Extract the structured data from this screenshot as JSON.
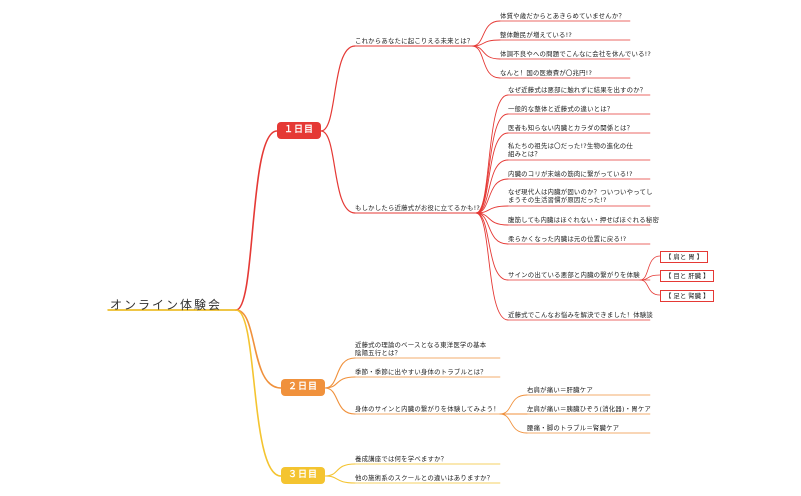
{
  "root": {
    "label": "オンライン体験会"
  },
  "colors": {
    "day1": "#e53935",
    "day2": "#f0913c",
    "day3": "#f4c430",
    "root_stroke": "#eab308"
  },
  "day1": {
    "label": "１日目",
    "branch_a": {
      "label": "これからあなたに起こりえる未来とは？",
      "items": [
        "体質や歳だからとあきらめていませんか？",
        "整体難民が増えている!?",
        "体調不良やへの問題でこんなに会社を休んでいる!?",
        "なんと！国の医療費が〇兆円!?"
      ]
    },
    "branch_b": {
      "label": "もしかしたら近藤式がお役に立てるかも!?",
      "items": [
        "なぜ近藤式は悪部に触れずに結果を出すのか？",
        "一般的な整体と近藤式の違いとは？",
        "医者も知らない内臓とカラダの関係とは？",
        "私たちの祖先は〇だった!?生物の進化の仕組みとは？",
        "内臓のコリが末端の筋肉に繋がっている!?",
        "なぜ現代人は内臓が固いのか？ついついやってしまうその生活習慣が原因だった!?",
        "腹筋しても内臓はほぐれない・押せばほぐれる秘密",
        "柔らかくなった内臓は元の位置に戻る!?",
        "サインの出ている悪部と内臓の繋がりを体験",
        "近藤式でこんなお悩みを解決できました！体験談"
      ],
      "sub_items": [
        "【 肩と 胃 】",
        "【 目と 肝臓 】",
        "【 足と 腎臓 】"
      ]
    }
  },
  "day2": {
    "label": "２日目",
    "items": [
      "近藤式の理論のベースとなる東洋医学の基本陰陽五行とは？",
      "季節・季節に出やすい身体のトラブルとは？",
      "身体のサインと内臓の繋がりを体験してみよう！"
    ],
    "sub_items": [
      "右肩が痛い＝肝臓ケア",
      "左肩が痛い＝胰臓ひぞう(消化器)・胃ケア",
      "腰痛・脚のトラブル＝腎臓ケア"
    ]
  },
  "day3": {
    "label": "３日目",
    "items": [
      "養成講座では何を学べますか？",
      "他の施術系のスクールとの違いはありますか？"
    ]
  }
}
